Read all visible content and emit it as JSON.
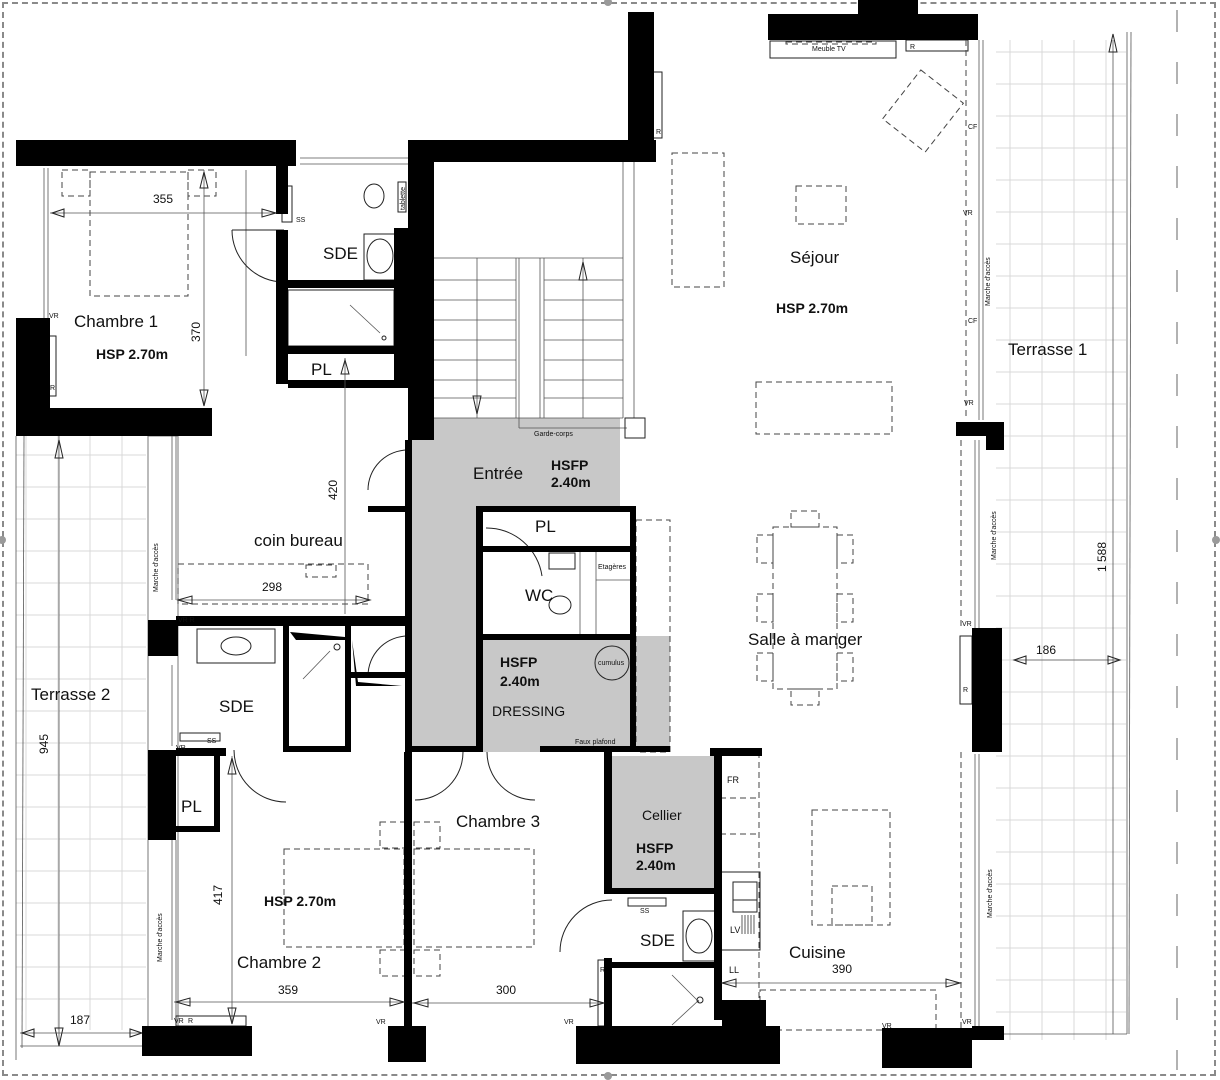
{
  "canvas": {
    "selection_frame": "dashed",
    "shade_color": "#c8c8c8",
    "wall_color": "#000000"
  },
  "rooms": {
    "chambre1": {
      "name": "Chambre 1",
      "height": "HSP 2.70m",
      "dim_w": "355",
      "dim_h": "370",
      "marks": [
        "VR",
        "R"
      ]
    },
    "sde1": {
      "name": "SDE",
      "marks": [
        "SS",
        "tablette"
      ]
    },
    "pl1": {
      "name": "PL"
    },
    "coin_bureau": {
      "name": "coin bureau",
      "dim_h": "420",
      "dim_w": "298",
      "marks": [
        "VR R"
      ]
    },
    "sejour": {
      "name": "Séjour",
      "height": "HSP 2.70m",
      "marks": [
        "Meuble TV",
        "R",
        "CF",
        "VR",
        "CF",
        "VR"
      ]
    },
    "entree": {
      "name": "Entrée",
      "height_label": "HSFP",
      "height_value": "2.40m",
      "railing": "Garde-corps"
    },
    "pl2": {
      "name": "PL"
    },
    "wc": {
      "name": "WC",
      "shelves": "Etagères"
    },
    "dressing": {
      "name": "DRESSING",
      "height_label": "HSFP",
      "height_value": "2.40m",
      "water_heater": "cumulus",
      "note": "Faux plafond"
    },
    "salle_a_manger": {
      "name": "Salle à manger",
      "marks": [
        "VR",
        "R"
      ]
    },
    "terrasse1": {
      "name": "Terrasse 1",
      "dim_length": "1 588",
      "dim_width": "186",
      "step": "Marche d'accès"
    },
    "terrasse2": {
      "name": "Terrasse 2",
      "dim_length": "945",
      "dim_width": "187",
      "step": "Marche d'accès"
    },
    "sde2": {
      "name": "SDE",
      "marks": [
        "SS",
        "VR"
      ]
    },
    "pl3": {
      "name": "PL"
    },
    "chambre2": {
      "name": "Chambre 2",
      "height": "HSP 2.70m",
      "dim_h": "417",
      "dim_w": "359",
      "marks": [
        "VR",
        "R",
        "VR"
      ]
    },
    "chambre3": {
      "name": "Chambre 3",
      "dim_w": "300",
      "marks": [
        "VR"
      ]
    },
    "cellier": {
      "name": "Cellier",
      "height_label": "HSFP",
      "height_value": "2.40m"
    },
    "sde3": {
      "name": "SDE",
      "marks": [
        "SS",
        "R"
      ]
    },
    "cuisine": {
      "name": "Cuisine",
      "dim_w": "390",
      "appliances": [
        "FR",
        "LV",
        "LL"
      ],
      "marks": [
        "VR",
        "VR"
      ]
    }
  }
}
